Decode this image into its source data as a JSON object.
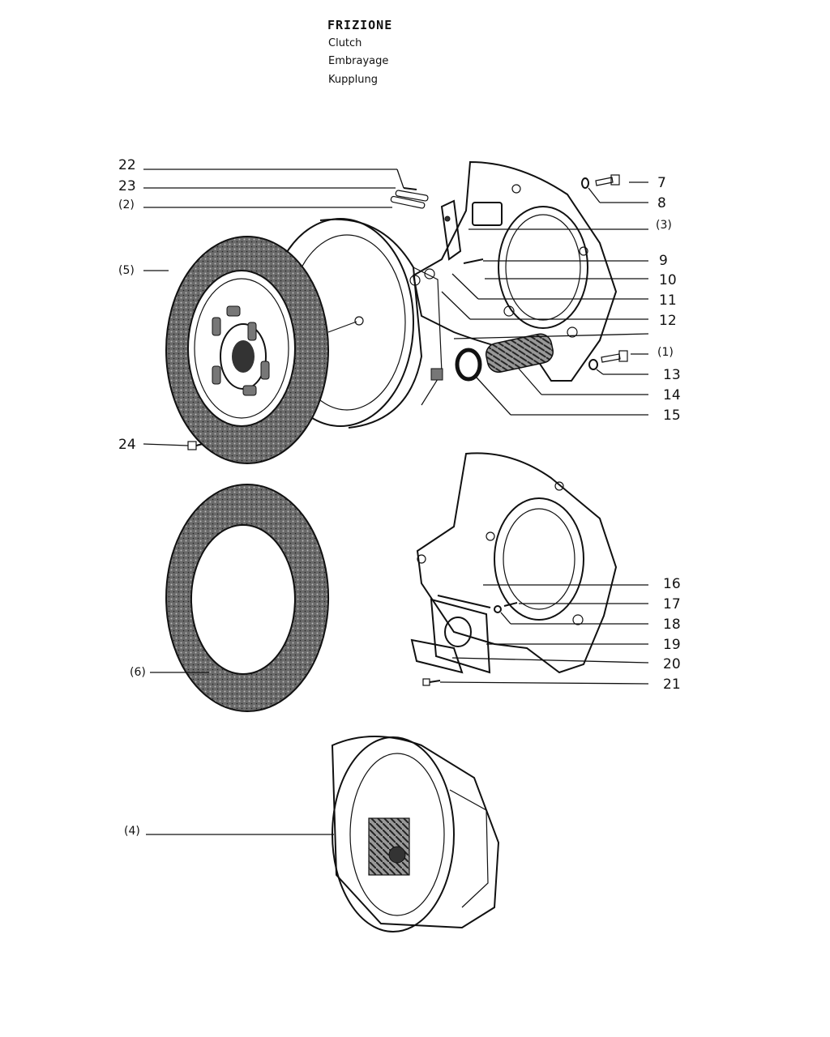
{
  "title": {
    "it": "FRIZIONE",
    "en": "Clutch",
    "fr": "Embrayage",
    "de": "Kupplung"
  },
  "callouts": [
    {
      "id": "22",
      "text": "22"
    },
    {
      "id": "23",
      "text": "23"
    },
    {
      "id": "p2",
      "text": "(2)"
    },
    {
      "id": "p5",
      "text": "(5)"
    },
    {
      "id": "24",
      "text": "24"
    },
    {
      "id": "p6",
      "text": "(6)"
    },
    {
      "id": "p4",
      "text": "(4)"
    },
    {
      "id": "7",
      "text": "7"
    },
    {
      "id": "8",
      "text": "8"
    },
    {
      "id": "p3",
      "text": "(3)"
    },
    {
      "id": "9",
      "text": "9"
    },
    {
      "id": "10",
      "text": "10"
    },
    {
      "id": "11",
      "text": "11"
    },
    {
      "id": "12",
      "text": "12"
    },
    {
      "id": "p1",
      "text": "(1)"
    },
    {
      "id": "13",
      "text": "13"
    },
    {
      "id": "14",
      "text": "14"
    },
    {
      "id": "15",
      "text": "15"
    },
    {
      "id": "16",
      "text": "16"
    },
    {
      "id": "17",
      "text": "17"
    },
    {
      "id": "18",
      "text": "18"
    },
    {
      "id": "19",
      "text": "19"
    },
    {
      "id": "20",
      "text": "20"
    },
    {
      "id": "21",
      "text": "21"
    }
  ],
  "colors": {
    "ink": "#111111",
    "lining": "#555555",
    "paper": "#ffffff"
  }
}
